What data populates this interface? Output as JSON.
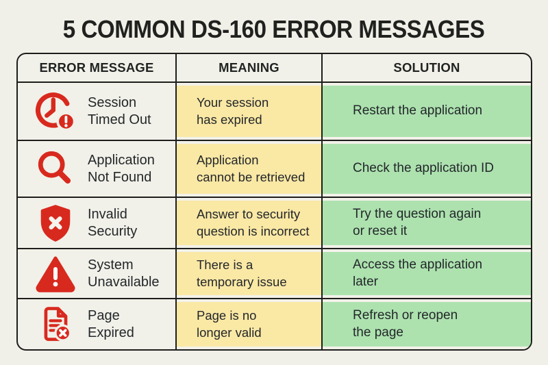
{
  "title": "5 COMMON DS-160 ERROR MESSAGES",
  "colors": {
    "background": "#F1F0E8",
    "meaning_cell": "#FAE8A5",
    "solution_cell": "#ADE2AF",
    "icon_red": "#D8291E",
    "border": "#1D1D1B"
  },
  "table": {
    "headers": [
      "ERROR MESSAGE",
      "MEANING",
      "SOLUTION"
    ],
    "rows": [
      {
        "icon": "clock-timeout-icon",
        "error": "Session\nTimed Out",
        "meaning": "Your session\nhas expired",
        "solution": "Restart the application"
      },
      {
        "icon": "search-not-found-icon",
        "error": "Application\nNot Found",
        "meaning": "Application\ncannot be retrieved",
        "solution": "Check the application ID"
      },
      {
        "icon": "shield-x-icon",
        "error": "Invalid\nSecurity",
        "meaning": "Answer to security\nquestion is incorrect",
        "solution": "Try the question again\nor reset it"
      },
      {
        "icon": "warning-triangle-icon",
        "error": "System\nUnavailable",
        "meaning": "There is a\ntemporary issue",
        "solution": "Access the application\nlater"
      },
      {
        "icon": "page-expired-icon",
        "error": "Page\nExpired",
        "meaning": "Page is no\nlonger valid",
        "solution": "Refresh or reopen\nthe page"
      }
    ]
  }
}
